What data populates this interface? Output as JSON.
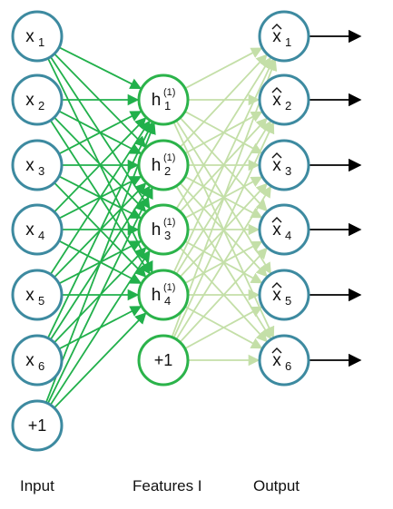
{
  "colors": {
    "input_node_stroke": "#3d8aa0",
    "hidden_node_stroke": "#2bb34a",
    "output_node_stroke": "#3d8aa0",
    "input_to_hidden_edge": "#21b04b",
    "hidden_to_output_edge": "#c4dfa8",
    "output_arrow": "#000000",
    "background": "#ffffff"
  },
  "input_layer": {
    "label": "Input",
    "nodes": [
      {
        "base": "x",
        "sub": "1",
        "sup": "",
        "hat": false
      },
      {
        "base": "x",
        "sub": "2",
        "sup": "",
        "hat": false
      },
      {
        "base": "x",
        "sub": "3",
        "sup": "",
        "hat": false
      },
      {
        "base": "x",
        "sub": "4",
        "sup": "",
        "hat": false
      },
      {
        "base": "x",
        "sub": "5",
        "sup": "",
        "hat": false
      },
      {
        "base": "x",
        "sub": "6",
        "sup": "",
        "hat": false
      },
      {
        "base": "+1",
        "sub": "",
        "sup": "",
        "hat": false,
        "bias": true
      }
    ]
  },
  "hidden_layer": {
    "label": "Features I",
    "nodes": [
      {
        "base": "h",
        "sub": "1",
        "sup": "(1)",
        "hat": false
      },
      {
        "base": "h",
        "sub": "2",
        "sup": "(1)",
        "hat": false
      },
      {
        "base": "h",
        "sub": "3",
        "sup": "(1)",
        "hat": false
      },
      {
        "base": "h",
        "sub": "4",
        "sup": "(1)",
        "hat": false
      },
      {
        "base": "+1",
        "sub": "",
        "sup": "",
        "hat": false,
        "bias": true
      }
    ]
  },
  "output_layer": {
    "label": "Output",
    "nodes": [
      {
        "base": "x",
        "sub": "1",
        "sup": "",
        "hat": true
      },
      {
        "base": "x",
        "sub": "2",
        "sup": "",
        "hat": true
      },
      {
        "base": "x",
        "sub": "3",
        "sup": "",
        "hat": true
      },
      {
        "base": "x",
        "sub": "4",
        "sup": "",
        "hat": true
      },
      {
        "base": "x",
        "sub": "5",
        "sup": "",
        "hat": true
      },
      {
        "base": "x",
        "sub": "6",
        "sup": "",
        "hat": true
      }
    ]
  }
}
